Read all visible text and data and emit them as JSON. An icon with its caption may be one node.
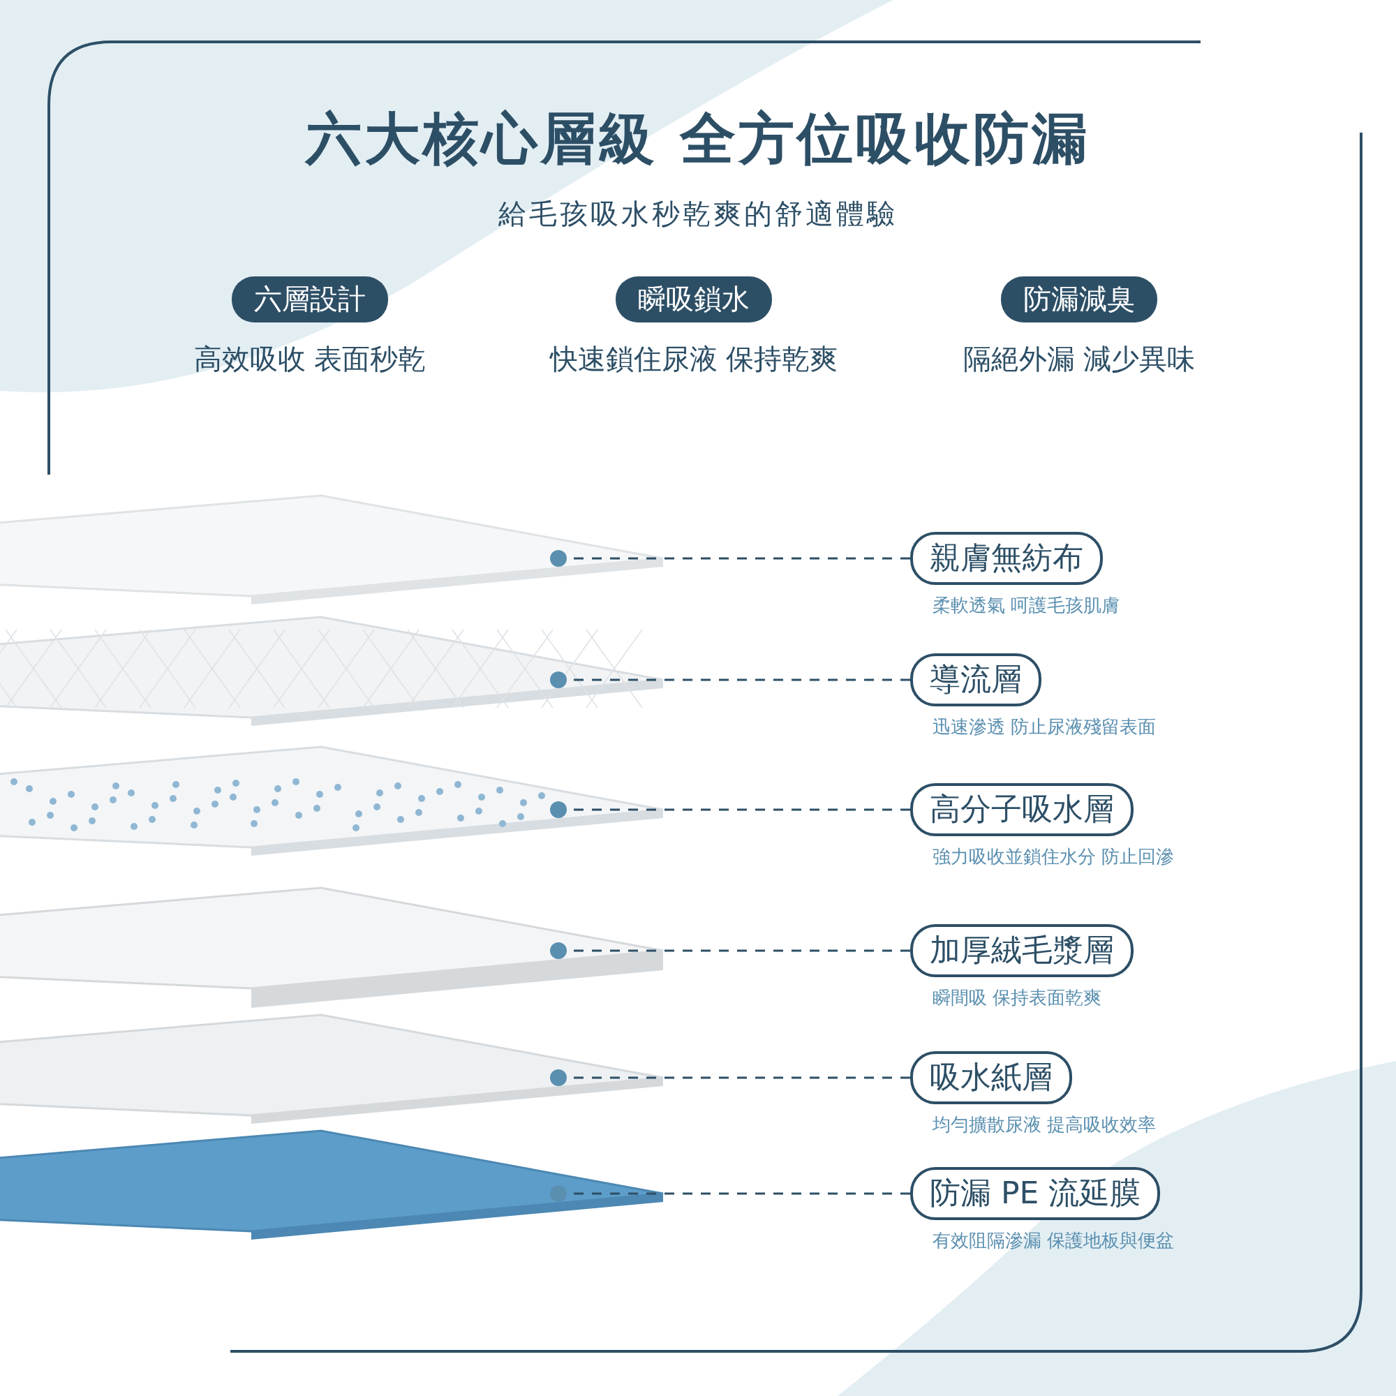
{
  "diagram": {
    "title": "六大核心層級 全方位吸收防漏",
    "nodes": [
      {
        "text": [
          "六層設計"
        ],
        "beside": [
          "高效吸收 表面秒乾"
        ]
      },
      {
        "text": [
          "瞬吸鎖水"
        ],
        "beside": [
          "快速鎖住尿液 保持乾爽"
        ]
      },
      {
        "text": [
          "防漏減臭"
        ],
        "beside": [
          "隔絕外漏 減少異味"
        ]
      },
      {
        "text": [
          "親膚無紡布"
        ],
        "beside": [
          "柔軟透氣 呵護毛孩肌膚"
        ]
      },
      {
        "text": [
          "導流層"
        ],
        "beside": [
          "迅速滲透 防止尿液殘留表面"
        ]
      },
      {
        "text": [
          "高分子吸水層"
        ],
        "beside": [
          "強力吸收並鎖住水分 防止回滲"
        ]
      },
      {
        "text": [
          "加厚絨毛漿層"
        ],
        "beside": [
          "瞬間吸 保持表面乾爽"
        ]
      },
      {
        "text": [
          "吸水紙層"
        ],
        "beside": [
          "均勻擴散尿液 提高吸收效率"
        ]
      },
      {
        "text": [
          "防漏 PE 流延膜"
        ],
        "beside": [
          "有效阻隔滲漏 保護地板與便盆"
        ]
      },
      {
        "text": [],
        "shape": "picture"
      },
      {
        "text": [],
        "shape": "picture"
      },
      {
        "text": [],
        "shape": "picture"
      },
      {
        "text": [],
        "shape": "picture"
      },
      {
        "text": [],
        "shape": "picture"
      },
      {
        "text": [],
        "shape": "picture"
      }
    ],
    "edges": [
      {
        "from": 3,
        "to": 9,
        "arrow": "other",
        "style": "dashed"
      },
      {
        "from": 4,
        "to": 10,
        "arrow": "other",
        "style": "dashed"
      },
      {
        "from": 5,
        "to": 11,
        "arrow": "other",
        "style": "dashed"
      },
      {
        "from": 6,
        "to": 12,
        "arrow": "other",
        "style": "dashed"
      },
      {
        "from": 7,
        "to": 13,
        "arrow": "other",
        "style": "dashed"
      },
      {
        "from": 8,
        "to": 14,
        "arrow": "other",
        "style": "dashed"
      }
    ],
    "labels": [
      "給毛孩吸水秒乾爽的舒適體驗"
    ]
  }
}
